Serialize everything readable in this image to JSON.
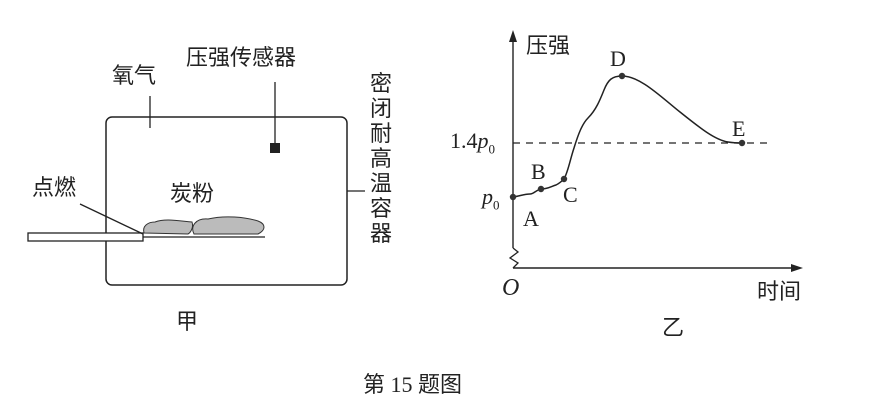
{
  "figure_a": {
    "caption": "甲",
    "labels": {
      "oxygen": "氧气",
      "pressure_sensor": "压强传感器",
      "container": "密闭耐高温容器",
      "ignite": "点燃",
      "carbon_powder": "炭粉"
    }
  },
  "figure_b": {
    "caption": "乙",
    "y_axis_label": "压强",
    "x_axis_label": "时间",
    "origin": "O",
    "y_ticks": [
      "p0",
      "1.4p0"
    ],
    "points": [
      "A",
      "B",
      "C",
      "D",
      "E"
    ]
  },
  "figure_title": "第 15 题图",
  "chart_data": {
    "type": "line",
    "title": "",
    "xlabel": "时间",
    "ylabel": "压强",
    "series": [
      {
        "name": "pressure",
        "points": [
          {
            "label": "A",
            "x": 0.0,
            "y": 1.0
          },
          {
            "label": "B",
            "x": 0.1,
            "y": 1.07
          },
          {
            "label": "C",
            "x": 0.18,
            "y": 1.13
          },
          {
            "label": "D",
            "x": 0.4,
            "y": 1.9
          },
          {
            "label": "E",
            "x": 0.8,
            "y": 1.4
          }
        ]
      }
    ],
    "reference_lines": [
      {
        "y": 1.4,
        "label": "1.4p0",
        "style": "dashed"
      }
    ],
    "y_tick_labels": [
      "p0",
      "1.4p0"
    ],
    "axis_break": "y-axis below p0"
  }
}
